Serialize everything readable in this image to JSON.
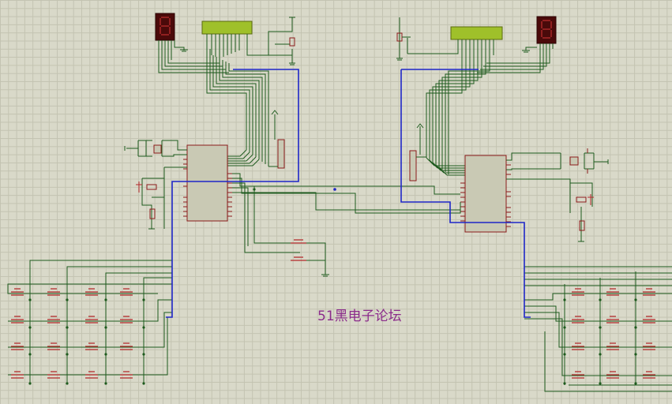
{
  "watermark": {
    "text": "51黑电子论坛"
  },
  "colors": {
    "background": "#d9d9c9",
    "wire": "#1d5a1d",
    "bus": "#1e26c8",
    "chip_fill": "#c9c9b4",
    "chip_border": "#8b1a1a",
    "lcd_fill": "#9fc02a",
    "seven_seg": "#4a0a0a",
    "button": "#b3282a"
  },
  "components": {
    "microcontrollers": 2,
    "lcd_displays": 2,
    "seven_segment_displays": 2,
    "resistor_packs": 2,
    "crystals": 2,
    "keypads": 2,
    "reset_circuits": 2
  }
}
